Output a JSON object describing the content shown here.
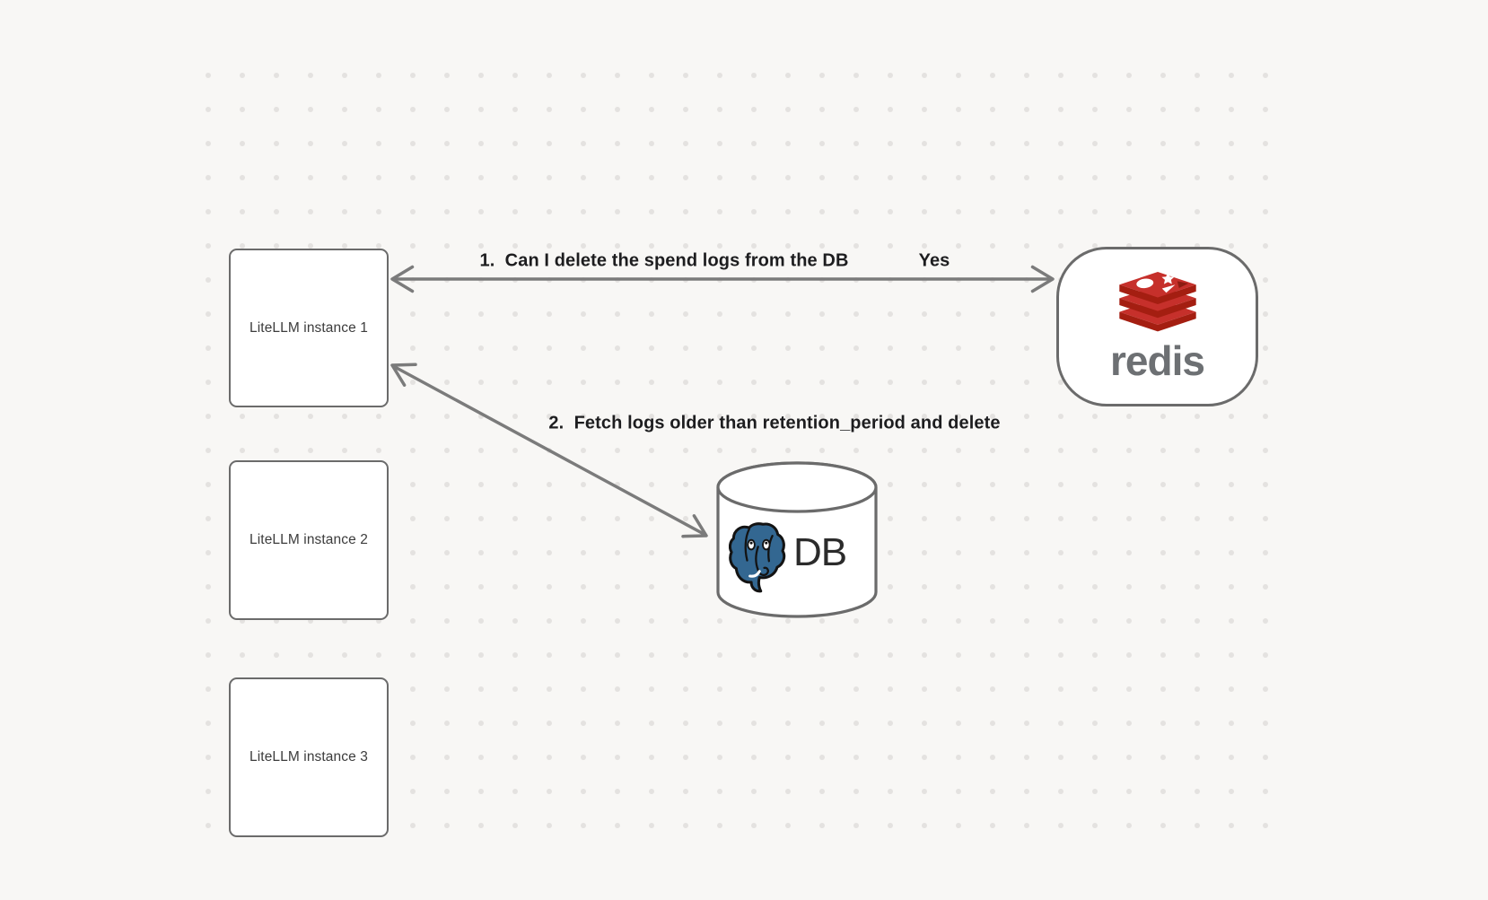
{
  "colors": {
    "background": "#f8f7f5",
    "dot": "#e4e2e0",
    "shape_border": "#6b6b6b",
    "arrow": "#7b7b7b",
    "label_text": "#1d1d1f",
    "box_text": "#3c3c3c",
    "redis_red": "#c6302b",
    "redis_red_dark": "#a41e11",
    "redis_wordmark": "#6d7073",
    "postgres_blue": "#336791",
    "db_text": "#2b2b2b"
  },
  "nodes": {
    "instances": [
      {
        "label": "LiteLLM instance 1"
      },
      {
        "label": "LiteLLM instance 2"
      },
      {
        "label": "LiteLLM instance 3"
      }
    ],
    "redis": {
      "wordmark": "redis"
    },
    "db": {
      "label": "DB"
    }
  },
  "edges": {
    "redis_query": {
      "label": "1.  Can I delete the spend logs from the DB",
      "response": "Yes"
    },
    "db_fetch": {
      "label": "2.  Fetch logs older than retention_period and delete"
    }
  },
  "icons": {
    "redis_logo": "redis-stacked-cubes",
    "postgres_logo": "postgres-elephant",
    "db_shape": "database-cylinder"
  }
}
